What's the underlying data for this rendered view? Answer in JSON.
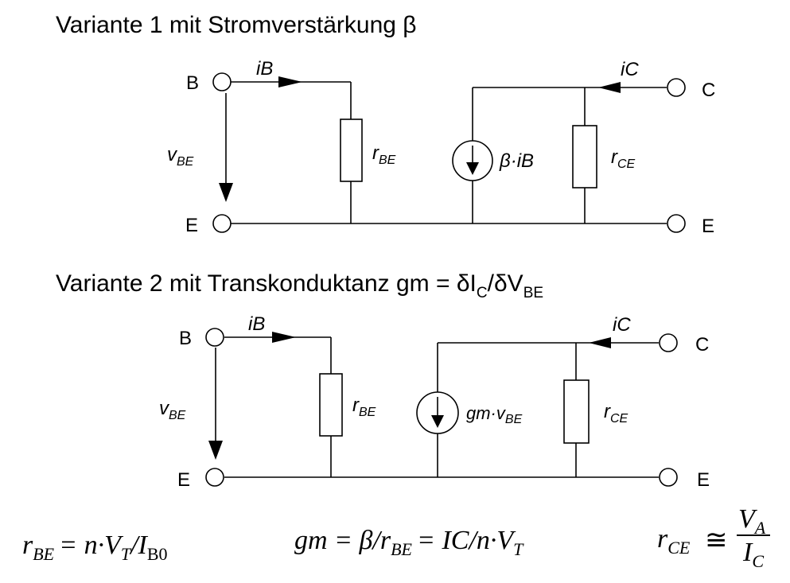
{
  "variant1": {
    "title": "Variante 1 mit Stromverstärkung β",
    "terminals": {
      "base": "B",
      "collector": "C",
      "emitter_left": "E",
      "emitter_right": "E"
    },
    "currents": {
      "base": "iB",
      "collector": "iC"
    },
    "voltage": {
      "main": "v",
      "sub": "BE"
    },
    "resistor_be": {
      "main": "r",
      "sub": "BE"
    },
    "resistor_ce": {
      "main": "r",
      "sub": "CE"
    },
    "source": "β·iB"
  },
  "variant2": {
    "title_main": "Variante 2 mit Transkonduktanz gm = δI",
    "title_sub1": "C",
    "title_mid": "/δV",
    "title_sub2": "BE",
    "terminals": {
      "base": "B",
      "collector": "C",
      "emitter_left": "E",
      "emitter_right": "E"
    },
    "currents": {
      "base": "iB",
      "collector": "iC"
    },
    "voltage": {
      "main": "v",
      "sub": "BE"
    },
    "resistor_be": {
      "main": "r",
      "sub": "BE"
    },
    "resistor_ce": {
      "main": "r",
      "sub": "CE"
    },
    "source": {
      "main": "gm·v",
      "sub": "BE"
    }
  },
  "formulas": {
    "rbe": {
      "lhs": "r",
      "lhs_sub": "BE",
      "rhs": "= n·V",
      "rhs_sub1": "T",
      "slash": "/I",
      "rhs_sub2": "B0"
    },
    "gm": {
      "lhs": "gm = β/r",
      "lhs_sub": "BE",
      "rhs": "= IC/n·V",
      "rhs_sub": "T"
    },
    "rce": {
      "lhs": "r",
      "lhs_sub": "CE",
      "approx": "≅",
      "num": "V",
      "num_sub": "A",
      "den": "I",
      "den_sub": "C"
    }
  }
}
